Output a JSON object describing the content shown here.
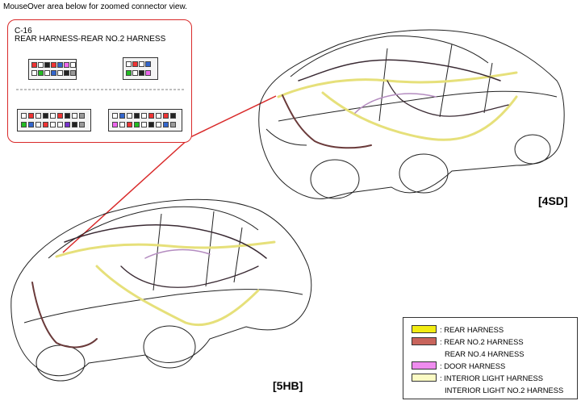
{
  "hint": "MouseOver area below for zoomed connector view.",
  "connector": {
    "code": "C-16",
    "title": "REAR HARNESS-REAR NO.2 HARNESS"
  },
  "variants": {
    "sedan": "[4SD]",
    "hatch": "[5HB]"
  },
  "legend": {
    "items": [
      {
        "label": ": REAR HARNESS",
        "color": "#f2ec12"
      },
      {
        "label": ": REAR NO.2 HARNESS",
        "color": "#c8645c"
      },
      {
        "label": "REAR NO.4 HARNESS",
        "color": ""
      },
      {
        "label": ": DOOR HARNESS",
        "color": "#ef8cef"
      },
      {
        "label": ": INTERIOR LIGHT HARNESS",
        "color": "#fbfbc4"
      },
      {
        "label": "INTERIOR LIGHT NO.2 HARNESS",
        "color": ""
      }
    ]
  },
  "colors": {
    "callout_border": "#d92a2a",
    "wire_dark": "#3a2a33",
    "wire_rear": "#e6e07a"
  }
}
